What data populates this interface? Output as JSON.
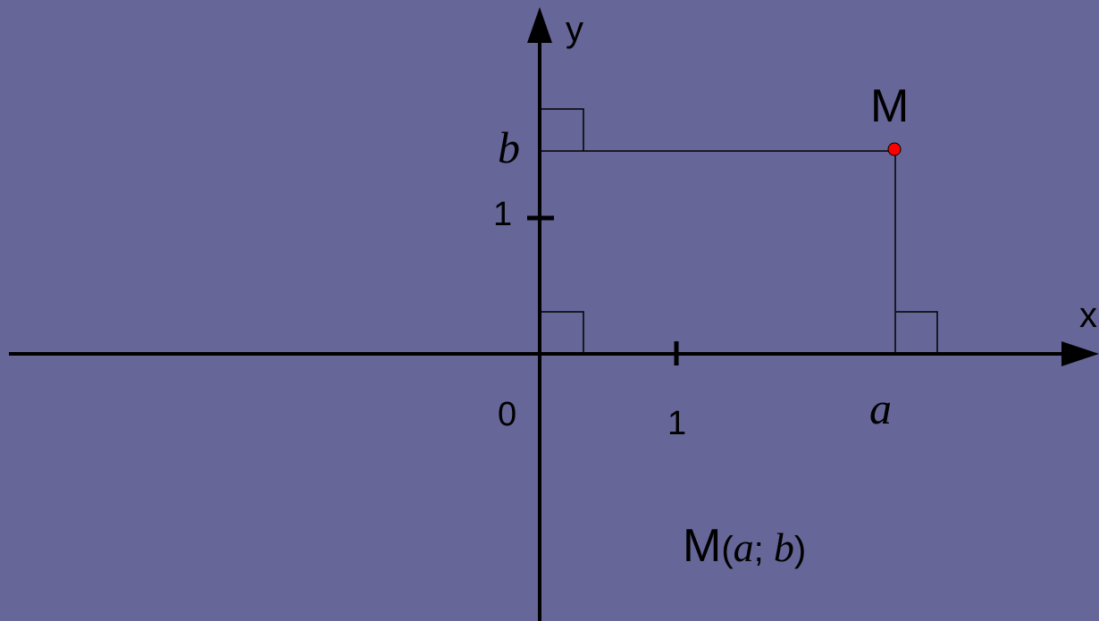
{
  "axes": {
    "x_label": "x",
    "y_label": "y",
    "origin_label": "0",
    "x_unit_label": "1",
    "y_unit_label": "1"
  },
  "point": {
    "name": "M",
    "x_label": "a",
    "y_label": "b",
    "color": "#ff0000"
  },
  "caption": {
    "name": "M",
    "open": "(",
    "a": "a",
    "sep": ";",
    "b": "b",
    "close": ")"
  },
  "colors": {
    "background": "#666699",
    "lines": "#000000"
  }
}
